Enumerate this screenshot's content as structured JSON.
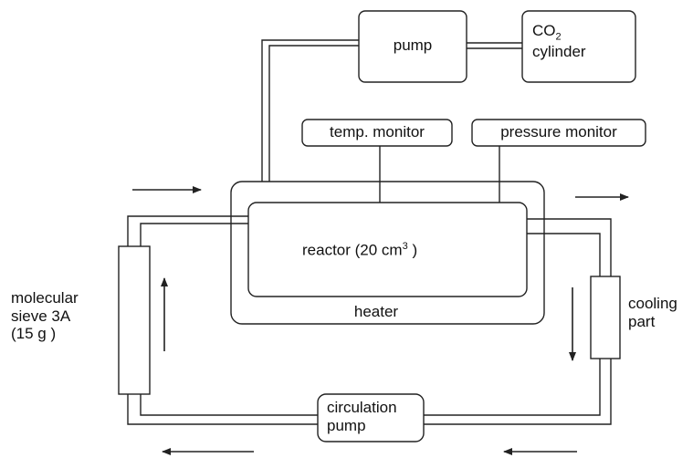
{
  "components": {
    "pump": {
      "label": "pump"
    },
    "co2_cylinder": {
      "label_main": "CO",
      "label_sub": "2",
      "label_second": "cylinder"
    },
    "temp_monitor": {
      "label": "temp. monitor"
    },
    "pressure_monitor": {
      "label": "pressure monitor"
    },
    "reactor": {
      "label_main": "reactor (20 cm",
      "label_sup": "3",
      "label_end": " )"
    },
    "heater": {
      "label": "heater"
    },
    "molecular_sieve": {
      "line1": "molecular",
      "line2": "sieve 3A",
      "line3": "(15 g )"
    },
    "cooling_part": {
      "line1": "cooling",
      "line2": "part"
    },
    "circulation_pump": {
      "line1": "circulation",
      "line2": "pump"
    }
  },
  "flow_arrows": [
    {
      "id": "top-left",
      "direction": "right"
    },
    {
      "id": "top-right",
      "direction": "right"
    },
    {
      "id": "right-side",
      "direction": "down"
    },
    {
      "id": "bottom-right",
      "direction": "left"
    },
    {
      "id": "bottom-left",
      "direction": "left"
    },
    {
      "id": "left-side",
      "direction": "up"
    }
  ],
  "colors": {
    "line": "#222222",
    "background": "#ffffff"
  }
}
